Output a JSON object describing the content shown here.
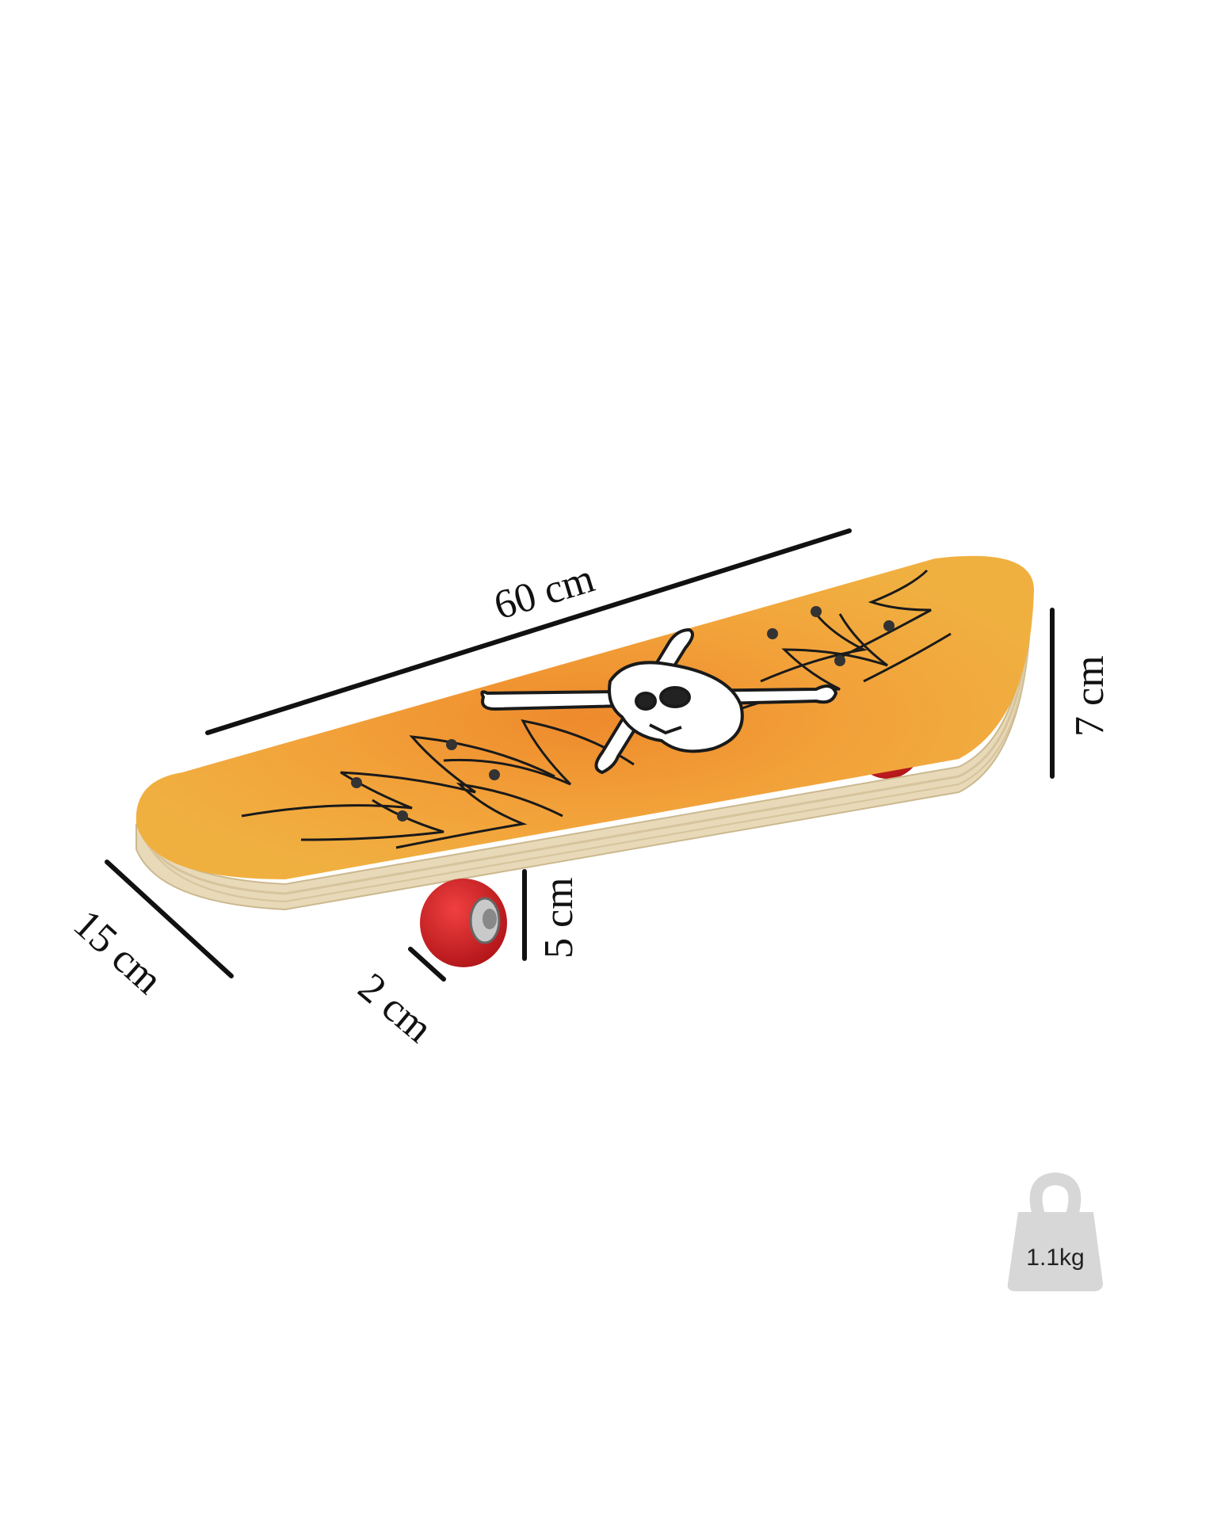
{
  "dimensions": {
    "length": "60 cm",
    "width": "15 cm",
    "deck_height": "7 cm",
    "wheel_height": "5 cm",
    "wheel_width": "2 cm"
  },
  "weight": {
    "label": "1.1kg",
    "icon": "kettlebell-weight-icon"
  },
  "colors": {
    "deck": "#F0B040",
    "deck_center_glow": "#EE8A2C",
    "deck_edge": "#E8D9B8",
    "wheel": "#D81F22",
    "weight_icon": "#D7D7D7",
    "dimension_line": "#111111"
  }
}
